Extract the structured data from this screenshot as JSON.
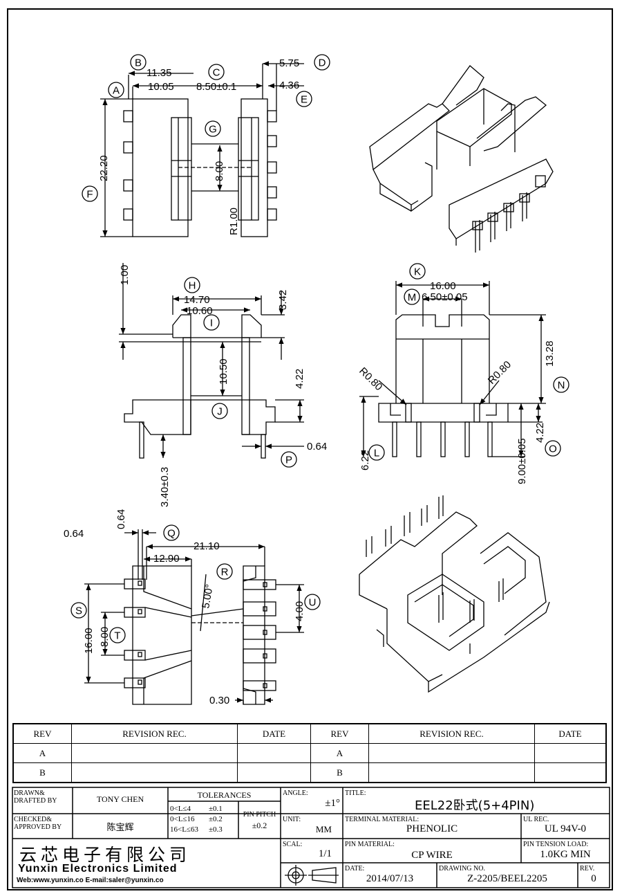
{
  "dimensions": {
    "top_view": {
      "d_11_35": "11.35",
      "d_10_05": "10.05",
      "d_8_50": "8.50±0.1",
      "d_5_75": "5.75",
      "d_4_36": "4.36",
      "d_22_20": "22.20",
      "d_8_00": "8.00",
      "d_r1_00": "R1.00"
    },
    "front_view": {
      "d_1_00": "1.00",
      "d_14_70": "14.70",
      "d_10_60": "10.60",
      "d_3_42": "3.42",
      "d_10_50": "10.50",
      "d_4_22": "4.22",
      "d_0_64": "0.64",
      "d_3_40": "3.40±0.3"
    },
    "side_view": {
      "d_16_00": "16.00",
      "d_6_50": "6.50±0.05",
      "d_13_28": "13.28",
      "d_r0_80a": "R0.80",
      "d_r0_80b": "R0.80",
      "d_6_22": "6.22",
      "d_4_22": "4.22",
      "d_9_00": "9.00±0.05"
    },
    "bottom_view": {
      "d_0_64a": "0.64",
      "d_0_64b": "0.64",
      "d_21_10": "21.10",
      "d_12_90": "12.90",
      "d_5_00": "5.00°",
      "d_16_00": "16.00",
      "d_8_00": "8.00",
      "d_4_00": "4.00",
      "d_0_30": "0.30"
    }
  },
  "callouts": [
    "A",
    "B",
    "C",
    "D",
    "E",
    "F",
    "G",
    "H",
    "I",
    "J",
    "K",
    "M",
    "N",
    "L",
    "O",
    "P",
    "Q",
    "R",
    "S",
    "T",
    "U"
  ],
  "revision_table": {
    "headers": [
      "REV",
      "REVISION REC.",
      "DATE",
      "REV",
      "REVISION REC.",
      "DATE"
    ],
    "rows": [
      [
        "A",
        "",
        "",
        "A",
        "",
        ""
      ],
      [
        "B",
        "",
        "",
        "B",
        "",
        ""
      ]
    ]
  },
  "title_block": {
    "drawn_label": "DRAWN&\nDRAFTED BY",
    "drawn_value": "TONY CHEN",
    "checked_label": "CHECKED&\nAPPROVED BY",
    "checked_value": "陈宝辉",
    "tolerances_label": "TOLERANCES",
    "tol_rows": [
      [
        "0<L≤4",
        "±0.1"
      ],
      [
        "0<L≤16",
        "±0.2"
      ],
      [
        "16<L≤63",
        "±0.3"
      ]
    ],
    "pin_pitch_label": "PIN PITCH",
    "pin_pitch_value": "±0.2",
    "angle_label": "ANGLE:",
    "angle_value": "±1°",
    "unit_label": "UNIT:",
    "unit_value": "MM",
    "scale_label": "SCAL:",
    "scale_value": "1/1",
    "title_label": "TITLE:",
    "title_value": "EEL22卧式(5+4PIN)",
    "terminal_label": "TERMINAL MATERIAL:",
    "terminal_value": "PHENOLIC",
    "ul_label": "UL REC.",
    "ul_value": "UL 94V-0",
    "pin_material_label": "PIN MATERIAL:",
    "pin_material_value": "CP WIRE",
    "pin_tension_label": "PIN TENSION LOAD:",
    "pin_tension_value": "1.0KG MIN",
    "date_label": "DATE:",
    "date_value": "2014/07/13",
    "drawing_no_label": "DRAWING NO.",
    "drawing_no_value": "Z-2205/BEEL2205",
    "rev_label": "REV.",
    "rev_value": "0",
    "company_cn": "云芯电子有限公司",
    "company_en": "Yunxin Electronics Limited",
    "company_web": "Web:www.yunxin.co  E-mail:saler@yunxin.co"
  },
  "colors": {
    "line": "#000000",
    "background": "#ffffff"
  }
}
